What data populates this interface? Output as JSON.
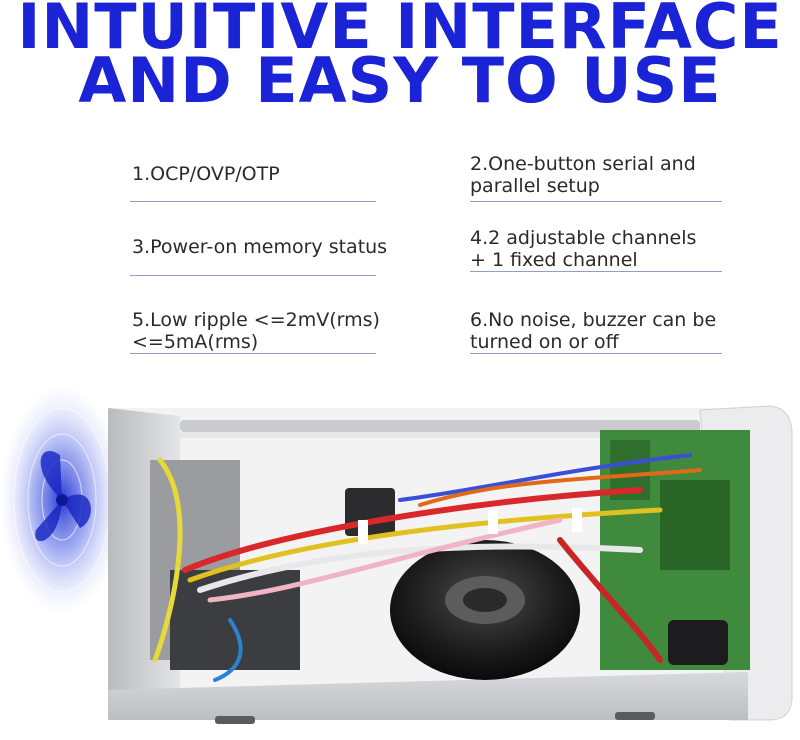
{
  "headline": {
    "line1": "INTUITIVE INTERFACE",
    "line2": "AND EASY TO USE"
  },
  "features": [
    {
      "text": "1.OCP/OVP/OTP"
    },
    {
      "text": "2.One-button serial and\nparallel setup"
    },
    {
      "text": "3.Power-on memory status"
    },
    {
      "text": "4.2 adjustable channels\n+ 1 fixed channel"
    },
    {
      "text": "5.Low ripple <=2mV(rms)\n<=5mA(rms)"
    },
    {
      "text": "6.No noise, buzzer can be\nturned on or off"
    }
  ],
  "colors": {
    "headline": "#1a24d6",
    "text": "#2a2a2a",
    "divider": "#8ea0bf",
    "chassis": "#d9dadc",
    "fan": "#3a4cd8"
  },
  "icons": [
    "fan-airflow-icon"
  ]
}
